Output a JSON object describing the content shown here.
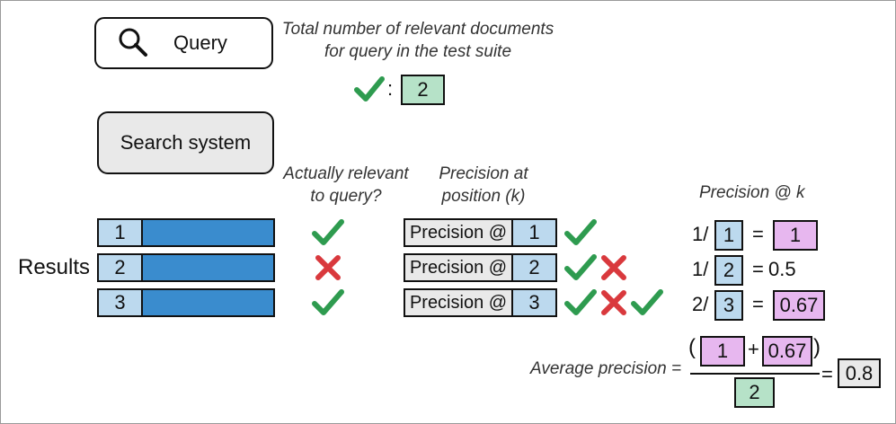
{
  "query_box": {
    "label": "Query",
    "icon": "search-icon"
  },
  "search_system": {
    "label": "Search system"
  },
  "total_relevant": {
    "caption_line1": "Total number of relevant documents",
    "caption_line2": "for query in the test suite",
    "separator": ":",
    "value": "2"
  },
  "headers": {
    "relevant_line1": "Actually relevant",
    "relevant_line2": "to query?",
    "precision_line1": "Precision at",
    "precision_line2": "position (k)",
    "precision_at_k": "Precision @ k"
  },
  "results_label": "Results",
  "rows": [
    {
      "rank": "1",
      "relevant": true,
      "precision_label": "Precision @",
      "k": "1",
      "numerator": "1/",
      "denominator": "1",
      "equals": "=",
      "value": "1"
    },
    {
      "rank": "2",
      "relevant": false,
      "precision_label": "Precision @",
      "k": "2",
      "numerator": "1/",
      "denominator": "2",
      "equals": "=",
      "value": "0.5"
    },
    {
      "rank": "3",
      "relevant": true,
      "precision_label": "Precision @",
      "k": "3",
      "numerator": "2/",
      "denominator": "3",
      "equals": "=",
      "value": "0.67"
    }
  ],
  "average": {
    "label": "Average precision =",
    "open_paren": "(",
    "term1": "1",
    "plus": "+",
    "term2": "0.67",
    "close_paren": ")",
    "denominator": "2",
    "equals": "=",
    "result": "0.8"
  },
  "colors": {
    "check": "#2e9b4f",
    "cross": "#d9393d",
    "rank_box": "#bcd9ee",
    "result_bar": "#3a8cce",
    "relevant_count": "#b6e2c8",
    "precision_value": "#e7b7ef"
  }
}
